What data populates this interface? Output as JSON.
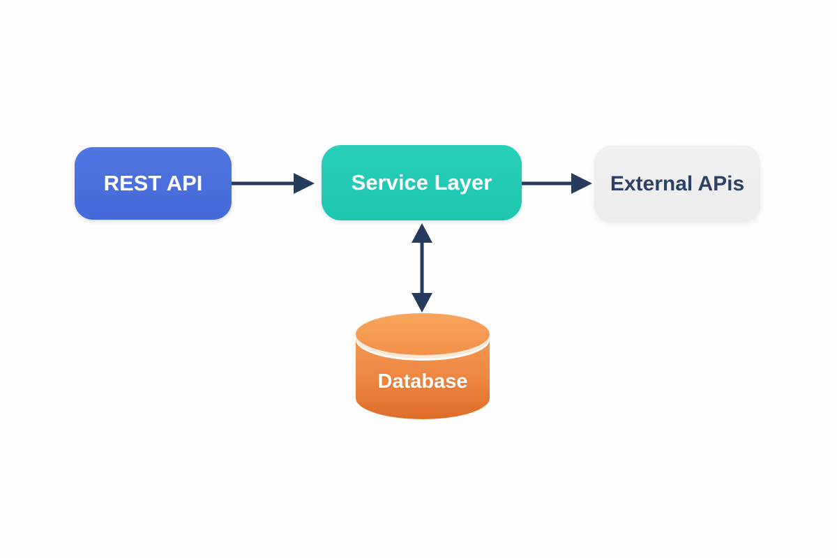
{
  "diagram": {
    "type": "architecture-flow",
    "background_color": "#fdfdfd",
    "arrow_color": "#263b5e",
    "nodes": [
      {
        "id": "rest-api",
        "label": "REST API",
        "shape": "rounded-rect",
        "fill_color": "#4a6edb",
        "text_color": "#ffffff"
      },
      {
        "id": "service-layer",
        "label": "Service Layer",
        "shape": "rounded-rect",
        "fill_color": "#23cbb3",
        "text_color": "#ffffff"
      },
      {
        "id": "external-apis",
        "label": "External APis",
        "shape": "rounded-rect",
        "fill_color": "#efefef",
        "text_color": "#2b4167"
      },
      {
        "id": "database",
        "label": "Database",
        "shape": "cylinder",
        "fill_color": "#ec8440",
        "text_color": "#ffffff"
      }
    ],
    "edges": [
      {
        "from": "REST API",
        "to": "Service Layer",
        "direction": "one-way-right"
      },
      {
        "from": "Service Layer",
        "to": "External APis",
        "direction": "one-way-right"
      },
      {
        "from": "Service Layer",
        "to": "Database",
        "direction": "two-way-vertical"
      }
    ]
  }
}
